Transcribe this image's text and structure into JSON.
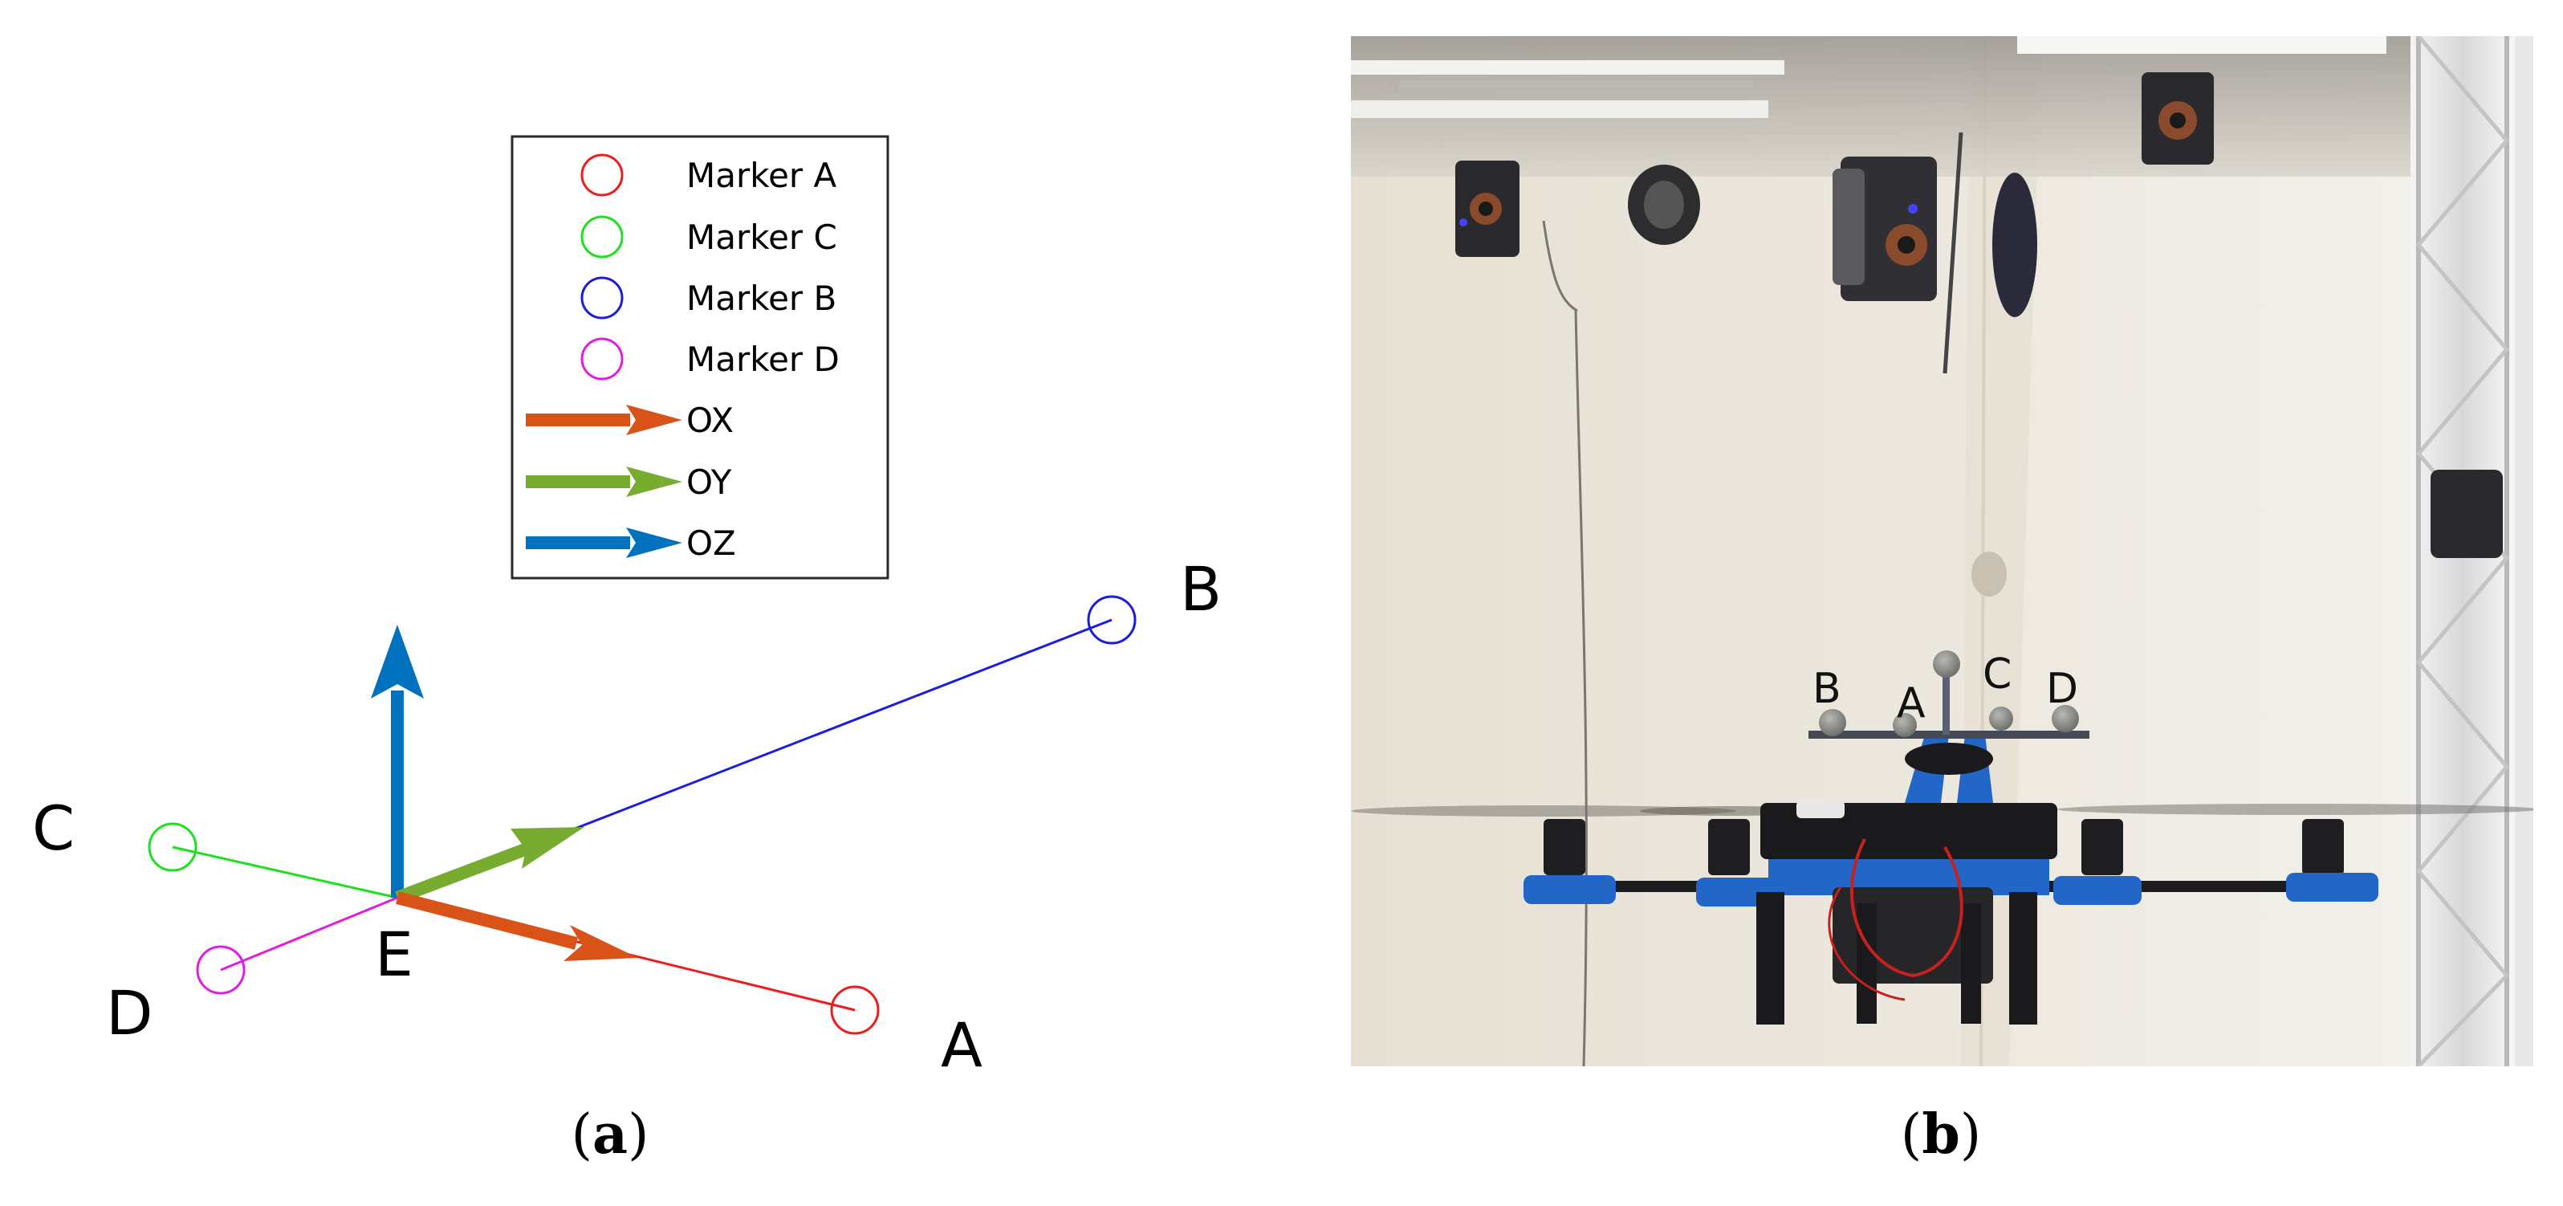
{
  "panel_a": {
    "points": {
      "A": "A",
      "B": "B",
      "C": "C",
      "D": "D",
      "E": "E"
    },
    "legend": [
      {
        "label": "Marker A",
        "color": "#ee1c1c",
        "symbol": "circle"
      },
      {
        "label": "Marker C",
        "color": "#1ee01e",
        "symbol": "circle"
      },
      {
        "label": "Marker B",
        "color": "#1c1ce0",
        "symbol": "circle"
      },
      {
        "label": "Marker D",
        "color": "#e01ee0",
        "symbol": "circle"
      },
      {
        "label": "OX",
        "color": "#d95319",
        "symbol": "arrow"
      },
      {
        "label": "OY",
        "color": "#77ac30",
        "symbol": "arrow"
      },
      {
        "label": "OZ",
        "color": "#0072bd",
        "symbol": "arrow"
      }
    ],
    "caption_letter": "a"
  },
  "panel_b": {
    "marker_labels": [
      "B",
      "A",
      "C",
      "D"
    ],
    "caption_letter": "b"
  },
  "colors": {
    "marker_a": "#ee1c1c",
    "marker_b": "#1c1ce0",
    "marker_c": "#1ee01e",
    "marker_d": "#e01ee0",
    "axis_ox": "#d95319",
    "axis_oy": "#77ac30",
    "axis_oz": "#0072bd",
    "drone_blue": "#2266c8"
  }
}
